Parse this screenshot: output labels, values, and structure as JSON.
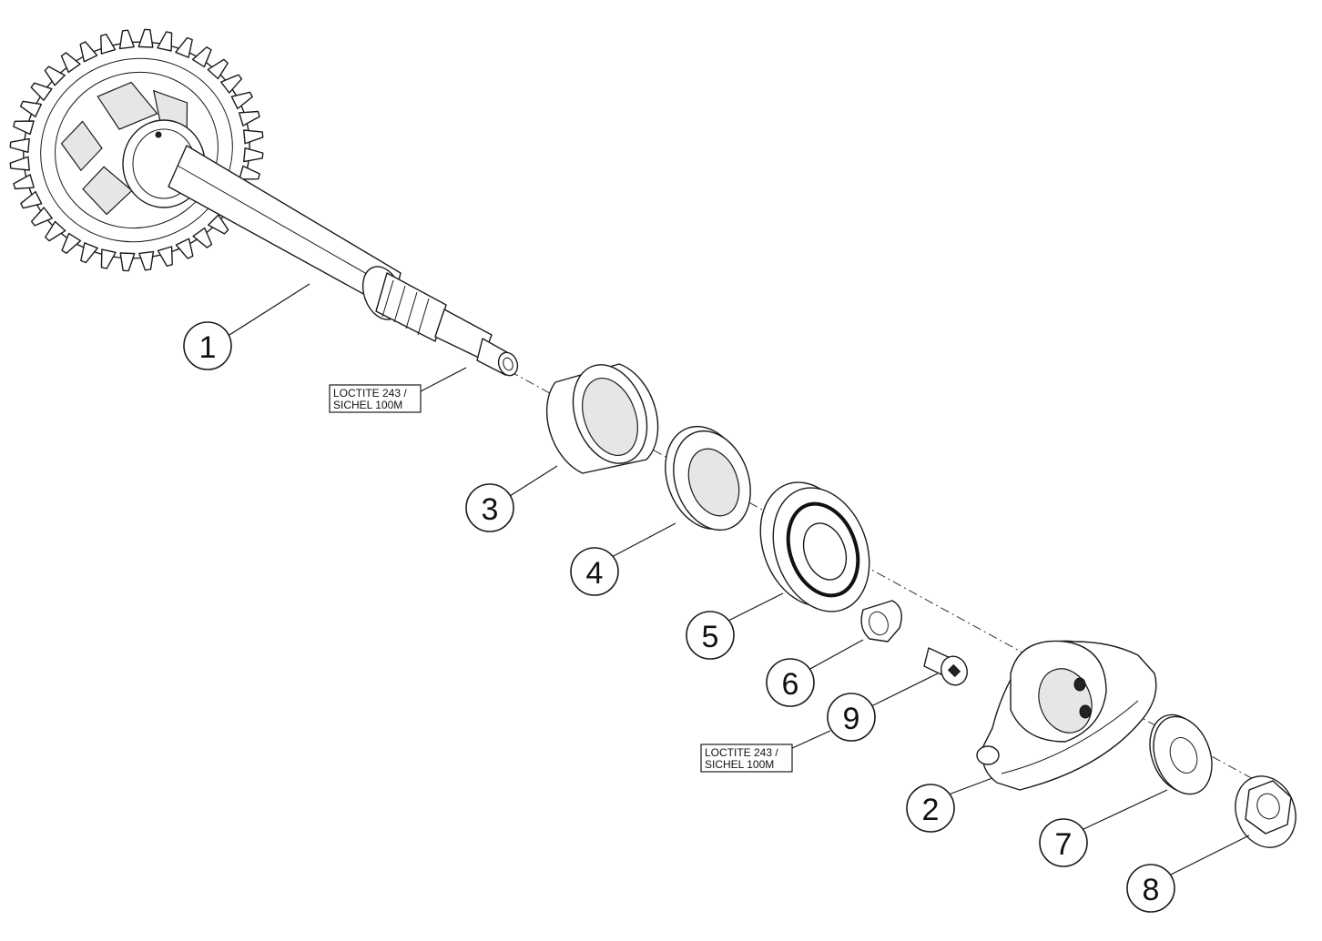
{
  "callouts": [
    "1",
    "2",
    "3",
    "4",
    "5",
    "6",
    "7",
    "8",
    "9"
  ],
  "notes": [
    {
      "line1": "LOCTITE 243 /",
      "line2": "SICHEL 100M"
    },
    {
      "line1": "LOCTITE 243 /",
      "line2": "SICHEL 100M"
    }
  ]
}
